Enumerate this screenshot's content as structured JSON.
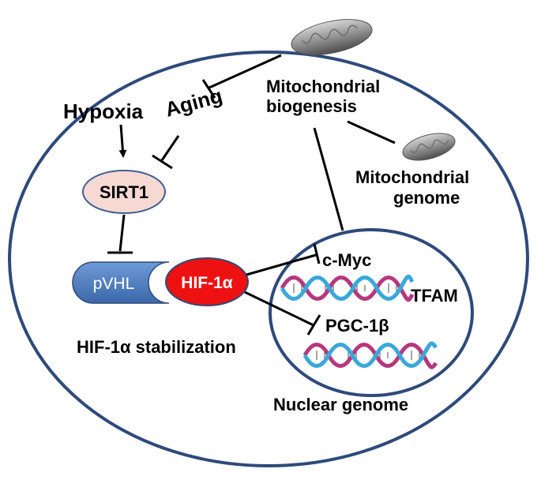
{
  "diagram": {
    "labels": {
      "hypoxia": "Hypoxia",
      "aging": "Aging",
      "sirt1": "SIRT1",
      "pvhl": "pVHL",
      "hif1a": "HIF-1α",
      "stabilization": "HIF-1α stabilization",
      "mito_biogenesis_line1": "Mitochondrial",
      "mito_biogenesis_line2": "biogenesis",
      "mito_genome_line1": "Mitochondrial",
      "mito_genome_line2": "genome",
      "cmyc": "c-Myc",
      "tfam": "TFAM",
      "pgc1b": "PGC-1β",
      "nuclear_genome": "Nuclear genome"
    },
    "colors": {
      "cell_outline": "#2e4a7a",
      "sirt1_fill": "#f6d9d3",
      "sirt1_stroke": "#3f5f8f",
      "pvhl_fill": "#4f7fc0",
      "hif1a_fill": "#ee1111",
      "hif1a_text": "#ffffff",
      "dna_strand_a": "#b5387e",
      "dna_strand_b": "#3aa8d8",
      "mito_fill": "#8f8f8f"
    },
    "icons": [
      "mitochondrion-icon",
      "dna-helix-icon"
    ]
  }
}
